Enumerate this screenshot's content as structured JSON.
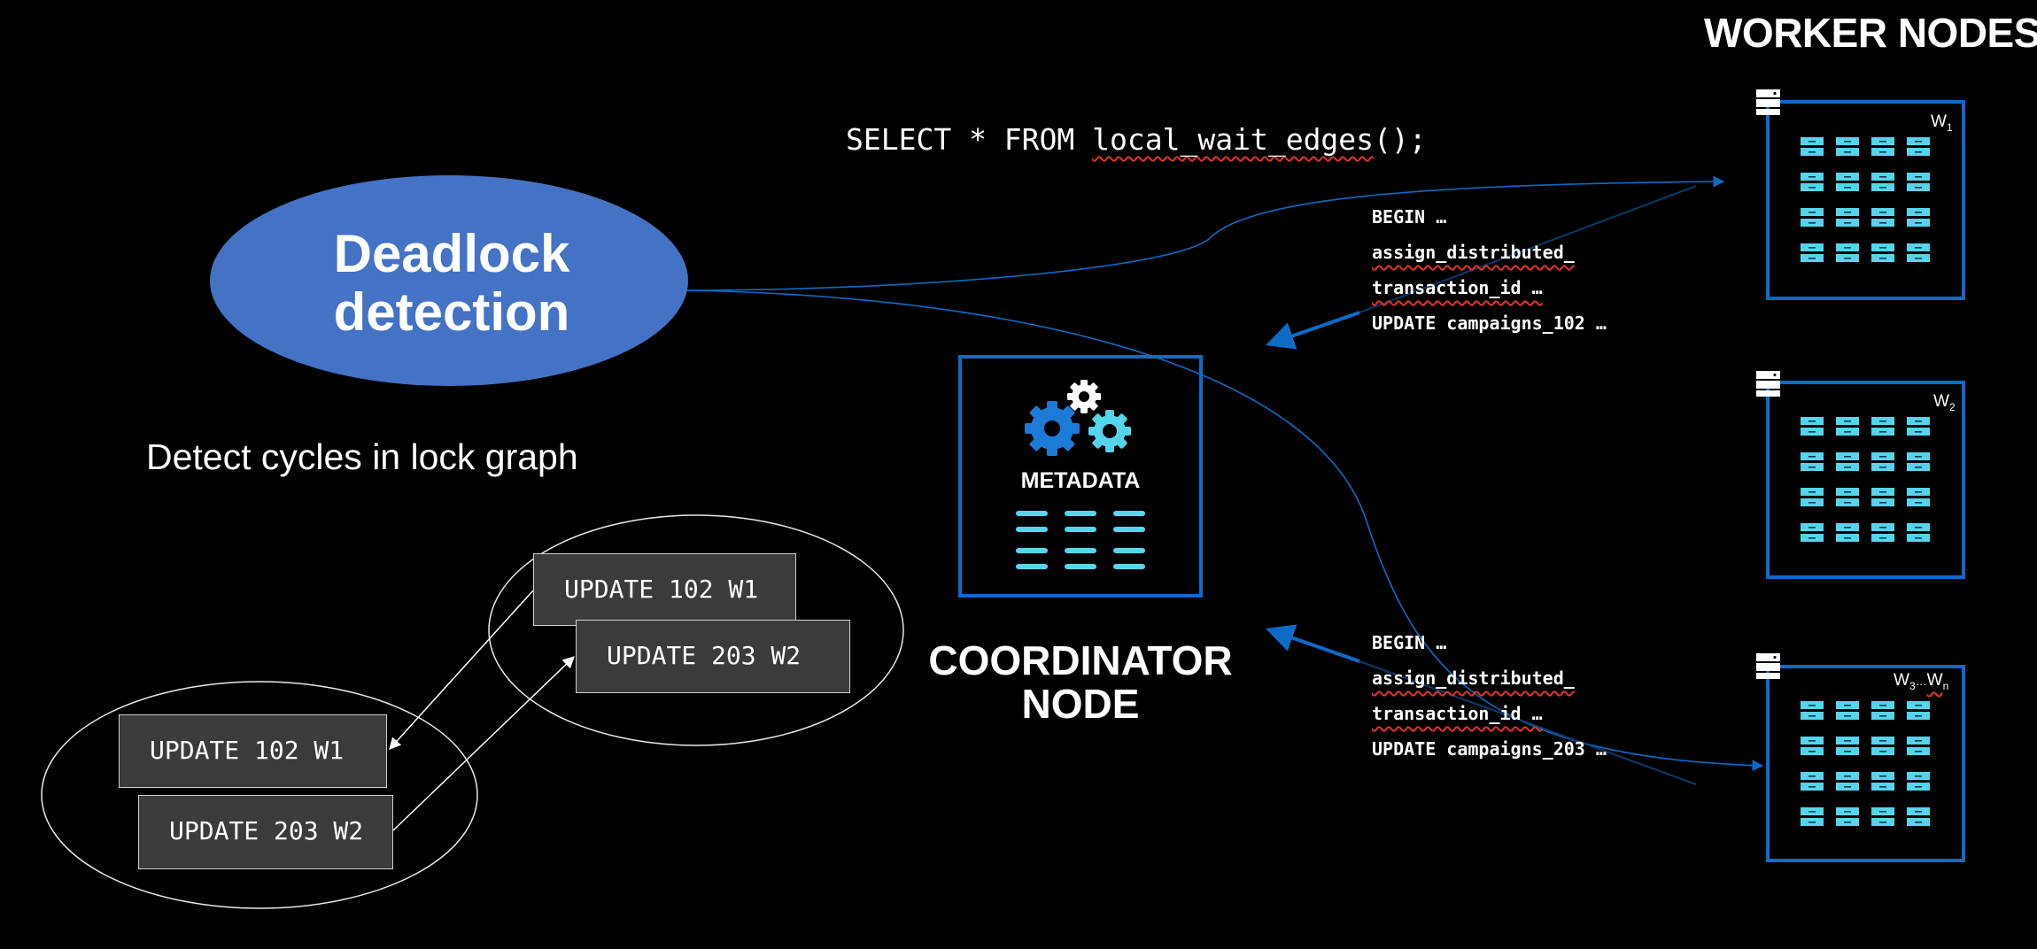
{
  "header": {
    "worker_nodes_title": "WORKER NODES"
  },
  "query": {
    "prefix": "SELECT * FROM ",
    "function": "local_wait_edges",
    "suffix": "();"
  },
  "deadlock": {
    "title_line1": "Deadlock",
    "title_line2": "detection",
    "fill_color": "#4472c4"
  },
  "caption": "Detect cycles in lock graph",
  "lock_graph": {
    "cluster_top": [
      "UPDATE 102 W1",
      "UPDATE 203 W2"
    ],
    "cluster_bottom": [
      "UPDATE 102 W1",
      "UPDATE 203 W2"
    ]
  },
  "coordinator": {
    "metadata_label": "METADATA",
    "title_line1": "COORDINATOR",
    "title_line2": "NODE"
  },
  "transactions": [
    {
      "lines": [
        "BEGIN …",
        "assign_distributed_",
        "transaction_id …",
        "UPDATE campaigns_102 …"
      ]
    },
    {
      "lines": [
        "BEGIN …",
        "assign_distributed_",
        "transaction_id …",
        "UPDATE campaigns_203 …"
      ]
    }
  ],
  "workers": [
    {
      "label": "W",
      "sub": "1"
    },
    {
      "label": "W",
      "sub": "2"
    },
    {
      "label": "W",
      "sub": "3",
      "ellipsis": "…",
      "label_end": "W",
      "sub_end": "n"
    }
  ],
  "colors": {
    "accent_blue": "#0e6ac7",
    "cyan": "#55d5ec",
    "gear_blue": "#1b7bd6"
  }
}
